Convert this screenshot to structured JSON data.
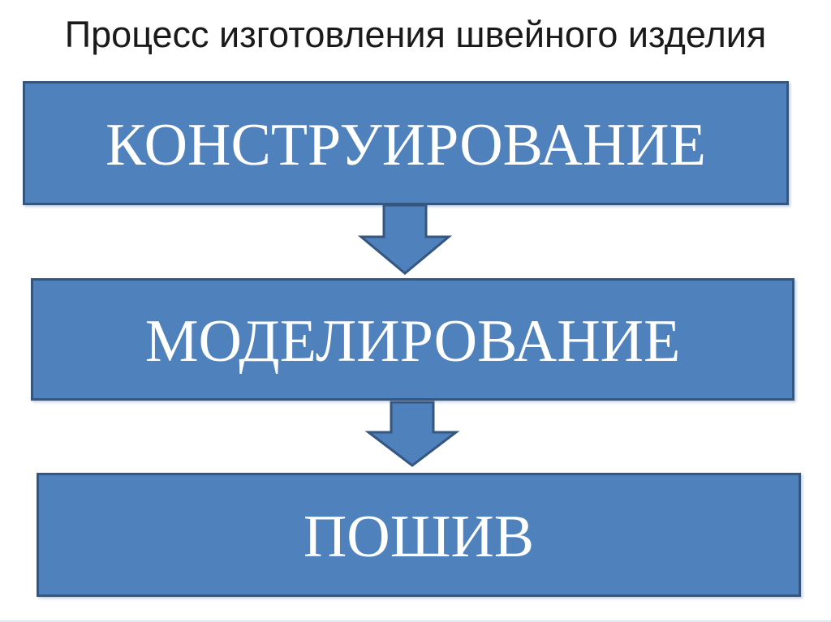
{
  "title": "Процесс изготовления швейного изделия",
  "flow": {
    "description": "vertical three-step flowchart connected by down arrows",
    "steps": [
      {
        "label": "КОНСТРУИРОВАНИЕ"
      },
      {
        "label": "МОДЕЛИРОВАНИЕ"
      },
      {
        "label": "ПОШИВ"
      }
    ],
    "connectors": [
      {
        "icon": "down-arrow-icon"
      },
      {
        "icon": "down-arrow-icon"
      }
    ]
  },
  "colors": {
    "background": "#ffffff",
    "box_fill": "#4F81BD",
    "box_border": "#35567F",
    "text": "#ffffff",
    "title_color": "#1a1a1a"
  }
}
